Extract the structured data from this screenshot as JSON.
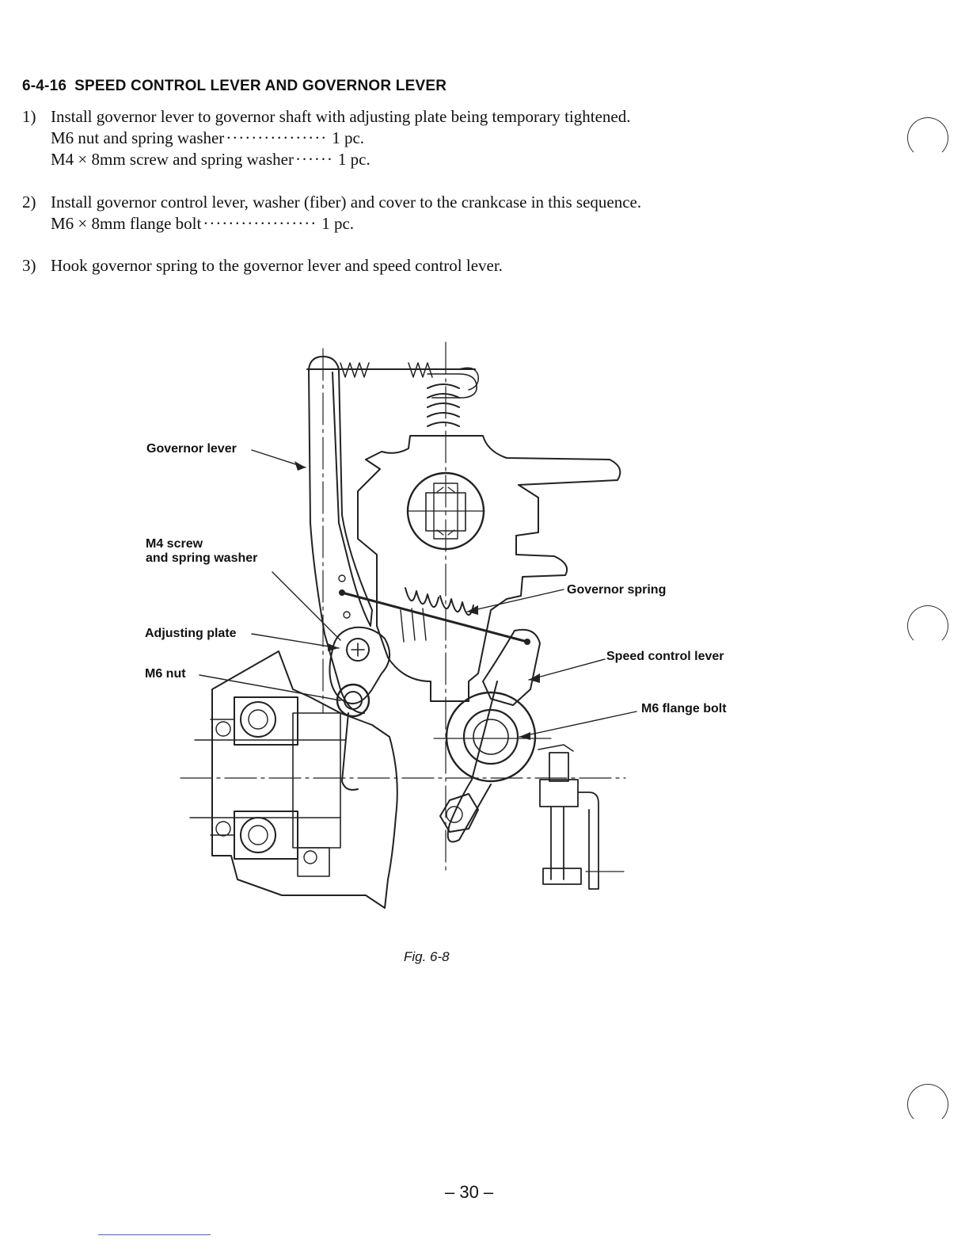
{
  "heading": {
    "number": "6-4-16",
    "title": "SPEED CONTROL LEVER AND GOVERNOR LEVER"
  },
  "steps": [
    {
      "number": "1)",
      "text": "Install governor lever to governor shaft with adjusting plate being temporary tightened.",
      "parts": [
        {
          "label": "M6 nut and spring washer",
          "dots": "················",
          "qty": "1 pc."
        },
        {
          "label": "M4 × 8mm screw and spring washer",
          "dots": "······",
          "qty": "1 pc."
        }
      ]
    },
    {
      "number": "2)",
      "text": "Install governor control lever, washer (fiber) and cover to the crankcase in this sequence.",
      "parts": [
        {
          "label": "M6 × 8mm flange bolt",
          "dots": "··················",
          "qty": "1 pc."
        }
      ]
    },
    {
      "number": "3)",
      "text": "Hook governor spring to the governor lever and speed control lever.",
      "parts": []
    }
  ],
  "figure": {
    "labels": {
      "governor_lever": "Governor lever",
      "m4_screw_l1": "M4 screw",
      "m4_screw_l2": "and spring washer",
      "adjusting_plate": "Adjusting plate",
      "m6_nut": "M6 nut",
      "governor_spring": "Governor spring",
      "speed_control_lever": "Speed control lever",
      "m6_flange_bolt": "M6 flange bolt"
    },
    "caption": "Fig. 6-8"
  },
  "page_number": "– 30 –"
}
